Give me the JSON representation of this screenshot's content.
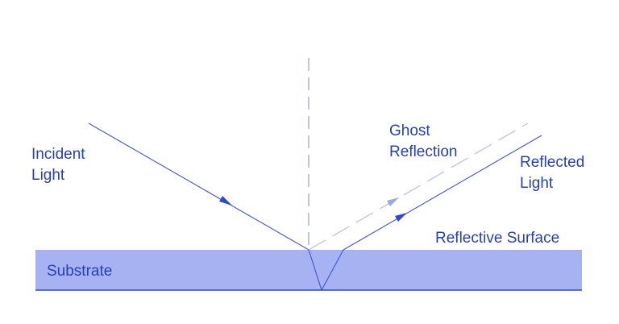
{
  "labels": {
    "incident_line1": "Incident",
    "incident_line2": "Light",
    "ghost_line1": "Ghost",
    "ghost_line2": "Reflection",
    "reflected_line1": "Reflected",
    "reflected_line2": "Light",
    "surface": "Reflective Surface",
    "substrate": "Substrate"
  },
  "colors": {
    "line": "#3a55d6",
    "substrate_fill": "#a6b2f2",
    "substrate_bottom": "#2a48d8",
    "normal_dash": "#8e9bd6",
    "ghost_dash": "#b3bde8",
    "text": "#2740b8"
  }
}
